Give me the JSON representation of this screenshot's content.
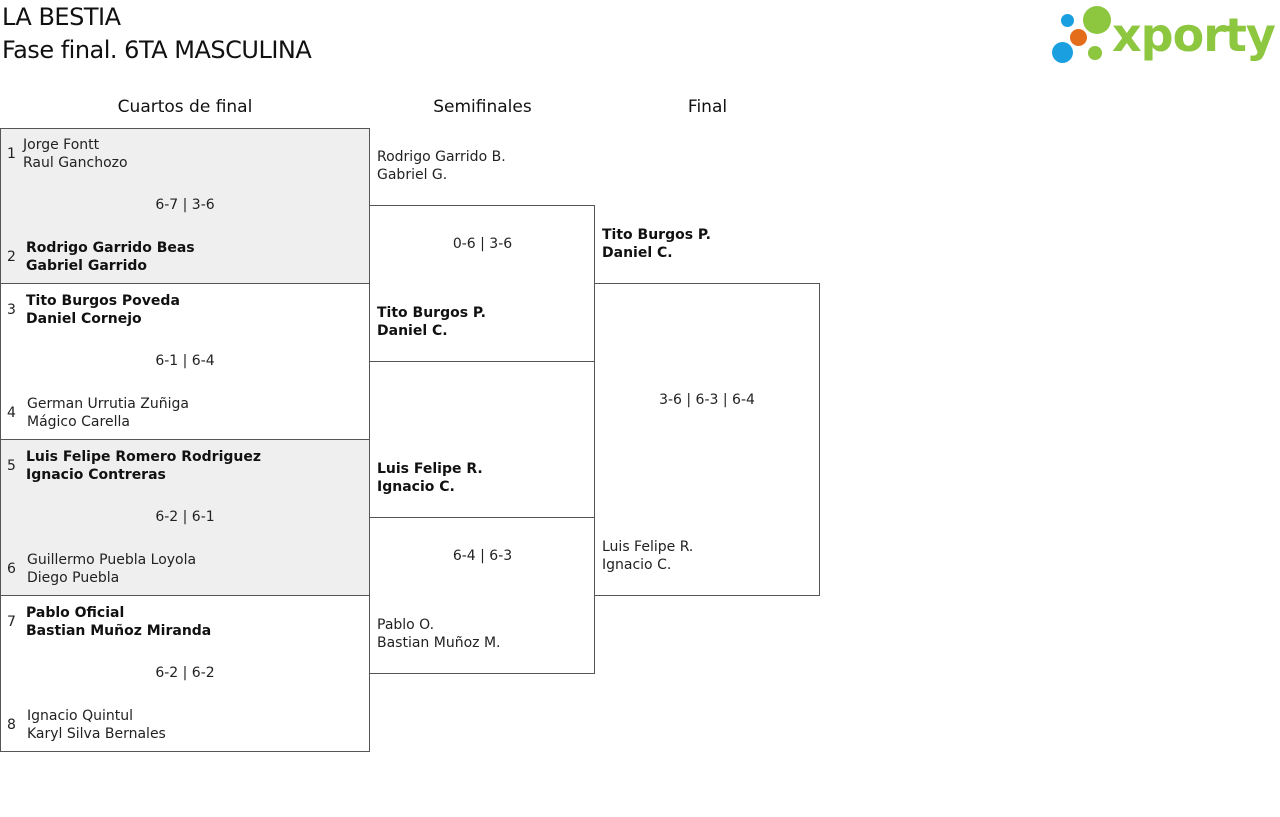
{
  "header": {
    "title_line1": "LA BESTIA",
    "title_line2": "Fase final. 6TA MASCULINA",
    "logo_text": "xporty",
    "logo_colors": {
      "blue": "#1aa0e0",
      "orange": "#e36d1b",
      "green": "#8dc63f"
    }
  },
  "columns": {
    "quarters": "Cuartos de final",
    "semis": "Semifinales",
    "final": "Final"
  },
  "quarterfinals": [
    {
      "score": "6-7 | 3-6",
      "top": {
        "seed": "1",
        "player1": "Jorge Fontt",
        "player2": "Raul Ganchozo"
      },
      "bottom": {
        "seed": "2",
        "player1": "Rodrigo Garrido Beas",
        "player2": "Gabriel Garrido"
      }
    },
    {
      "score": "6-1 | 6-4",
      "top": {
        "seed": "3",
        "player1": "Tito Burgos Poveda",
        "player2": "Daniel Cornejo"
      },
      "bottom": {
        "seed": "4",
        "player1": "German Urrutia Zuñiga",
        "player2": "Mágico Carella"
      }
    },
    {
      "score": "6-2 | 6-1",
      "top": {
        "seed": "5",
        "player1": "Luis Felipe Romero Rodriguez",
        "player2": "Ignacio Contreras"
      },
      "bottom": {
        "seed": "6",
        "player1": "Guillermo Puebla Loyola",
        "player2": "Diego Puebla"
      }
    },
    {
      "score": "6-2 | 6-2",
      "top": {
        "seed": "7",
        "player1": "Pablo Oficial",
        "player2": "Bastian Muñoz Miranda"
      },
      "bottom": {
        "seed": "8",
        "player1": "Ignacio Quintul",
        "player2": "Karyl Silva Bernales"
      }
    }
  ],
  "semifinals": [
    {
      "score": "0-6 | 3-6",
      "top": {
        "player1": "Rodrigo Garrido B.",
        "player2": "Gabriel G."
      },
      "bottom": {
        "player1": "Tito Burgos P.",
        "player2": "Daniel C."
      }
    },
    {
      "score": "6-4 | 6-3",
      "top": {
        "player1": "Luis Felipe R.",
        "player2": "Ignacio C."
      },
      "bottom": {
        "player1": "Pablo O.",
        "player2": "Bastian Muñoz M."
      }
    }
  ],
  "final": {
    "score": "3-6 | 6-3 | 6-4",
    "top": {
      "player1": "Tito Burgos P.",
      "player2": "Daniel C."
    },
    "bottom": {
      "player1": "Luis Felipe R.",
      "player2": "Ignacio C."
    }
  }
}
